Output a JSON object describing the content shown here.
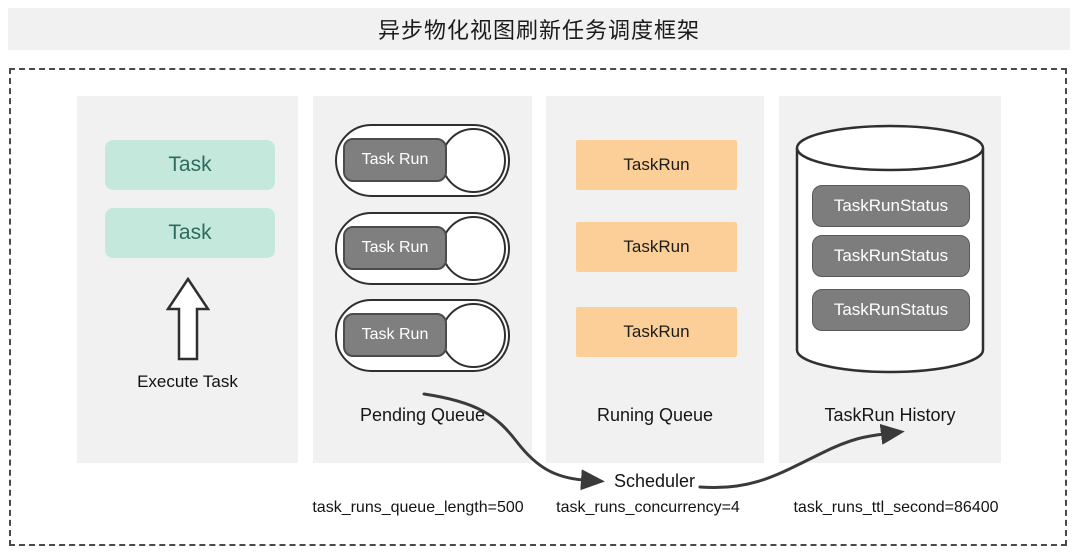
{
  "title": "异步物化视图刷新任务调度框架",
  "executor": {
    "tasks": [
      "Task",
      "Task"
    ],
    "caption": "Execute Task"
  },
  "pending": {
    "items": [
      "Task Run",
      "Task Run",
      "Task Run"
    ],
    "label": "Pending Queue",
    "param": "task_runs_queue_length=500"
  },
  "running": {
    "items": [
      "TaskRun",
      "TaskRun",
      "TaskRun"
    ],
    "label": "Runing Queue",
    "param": "task_runs_concurrency=4"
  },
  "history": {
    "items": [
      "TaskRunStatus",
      "TaskRunStatus",
      "TaskRunStatus"
    ],
    "label": "TaskRun History",
    "param": "task_runs_ttl_second=86400"
  },
  "scheduler": {
    "label": "Scheduler"
  },
  "icons": {
    "up_arrow": "block-arrow-up",
    "pending_item": "horizontal-cylinder",
    "history_store": "database-cylinder",
    "flow_arrows": "curved-arrow-right"
  },
  "colors": {
    "task_fill": "#c5e8dc",
    "task_text": "#2e6b5e",
    "running_fill": "#fccf98",
    "dark_node_fill": "#7f7f7f",
    "panel_bg": "#f1f1f1",
    "titlebar_bg": "#f1f1f1",
    "outline": "#2f2f2f",
    "arrow": "#3a3a3a"
  }
}
